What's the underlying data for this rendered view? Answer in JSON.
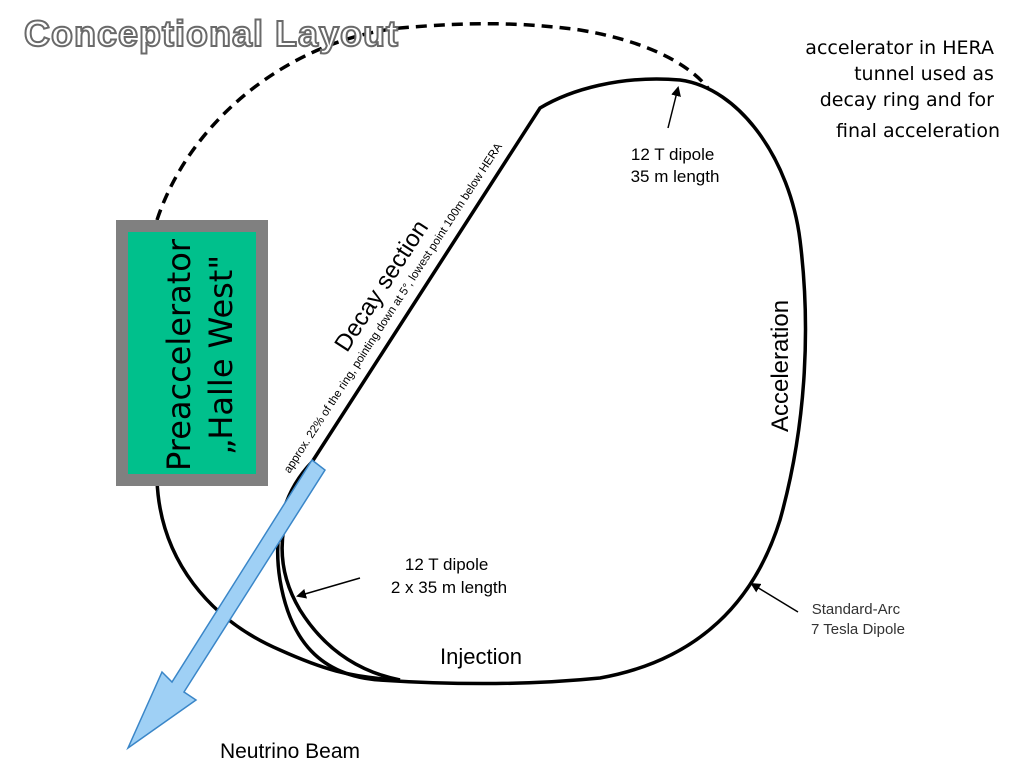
{
  "title": "Conceptional Layout",
  "hera_note": {
    "lines": [
      "accelerator in HERA",
      "tunnel used as",
      "decay ring and for",
      "final acceleration"
    ]
  },
  "preaccelerator": {
    "line1": "Preaccelerator",
    "line2": "„Halle West\""
  },
  "decay_section": {
    "label": "Decay section",
    "note": "approx. 22% of the ring, pointing down at 5°, lowest point 100m below HERA"
  },
  "dipole_top": {
    "line1": "12 T dipole",
    "line2": "35 m length"
  },
  "dipole_bottom": {
    "line1": "12 T dipole",
    "line2": "2 x 35 m length"
  },
  "acceleration_label": "Acceleration",
  "injection_label": "Injection",
  "standard_arc": {
    "line1": "Standard-Arc",
    "line2": "7 Tesla Dipole"
  },
  "neutrino_beam_label": "Neutrino Beam",
  "colors": {
    "preaccelerator_fill": "#00c08c",
    "preaccelerator_border": "#808080",
    "beam_fill": "#9fd0f5",
    "beam_stroke": "#3a86c8",
    "line": "#000000"
  }
}
